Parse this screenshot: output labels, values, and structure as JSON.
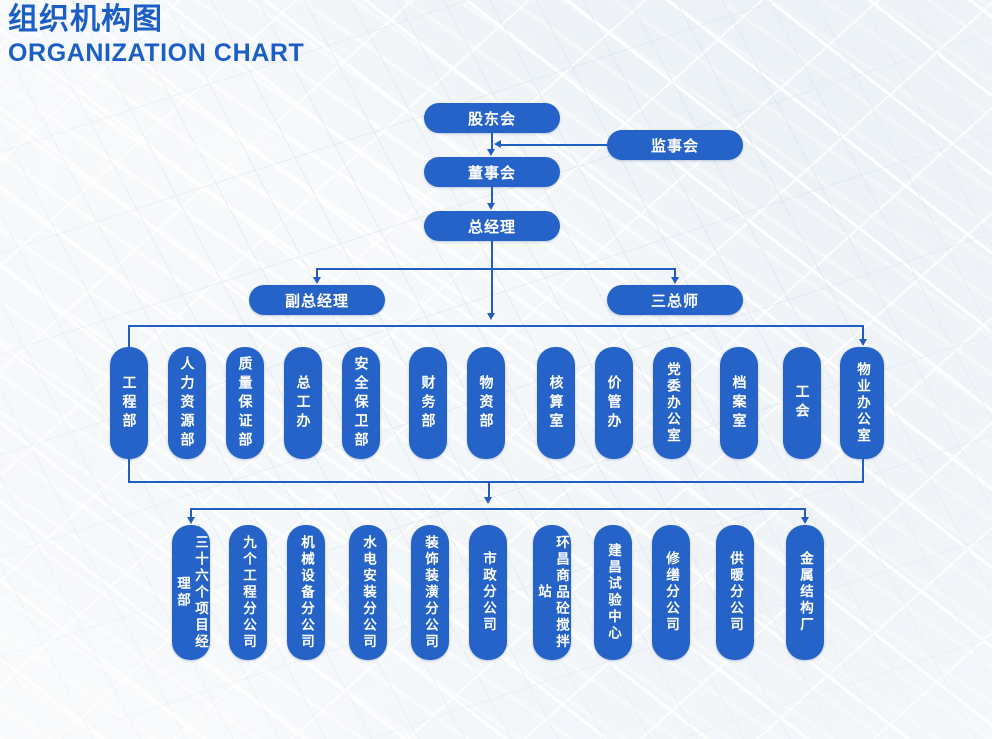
{
  "title": {
    "cn": "组织机构图",
    "en": "ORGANIZATION CHART"
  },
  "colors": {
    "node_blue": "#2563c8",
    "line_blue": "#1f5fc4",
    "title_blue": "#1c5fc4",
    "node_text": "#ffffff"
  },
  "chart_data": {
    "type": "diagram",
    "title": "组织机构图 ORGANIZATION CHART",
    "orientation": "top-down"
  },
  "levels": {
    "shareholders": {
      "label": "股东会"
    },
    "supervisors": {
      "label": "监事会"
    },
    "board": {
      "label": "董事会"
    },
    "general_manager": {
      "label": "总经理"
    },
    "deputy_general_manager": {
      "label": "副总经理"
    },
    "three_chief_engineers": {
      "label": "三总师"
    }
  },
  "departments": [
    {
      "label": "工程部"
    },
    {
      "label": "人力资源部"
    },
    {
      "label": "质量保证部"
    },
    {
      "label": "总工办"
    },
    {
      "label": "安全保卫部"
    },
    {
      "label": "财务部"
    },
    {
      "label": "物资部"
    },
    {
      "label": "核算室"
    },
    {
      "label": "价管办"
    },
    {
      "label": "党委办公室"
    },
    {
      "label": "档案室"
    },
    {
      "label": "工会"
    },
    {
      "label": "物业办公室"
    }
  ],
  "subsidiaries": [
    {
      "label": "三十六个项目经理部"
    },
    {
      "label": "九个工程分公司"
    },
    {
      "label": "机械设备分公司"
    },
    {
      "label": "水电安装分公司"
    },
    {
      "label": "装饰装潢分公司"
    },
    {
      "label": "市政分公司"
    },
    {
      "label": "环昌商品砼搅拌站"
    },
    {
      "label": "建昌试验中心"
    },
    {
      "label": "修缮分公司"
    },
    {
      "label": "供暖分公司"
    },
    {
      "label": "金属结构厂"
    }
  ]
}
